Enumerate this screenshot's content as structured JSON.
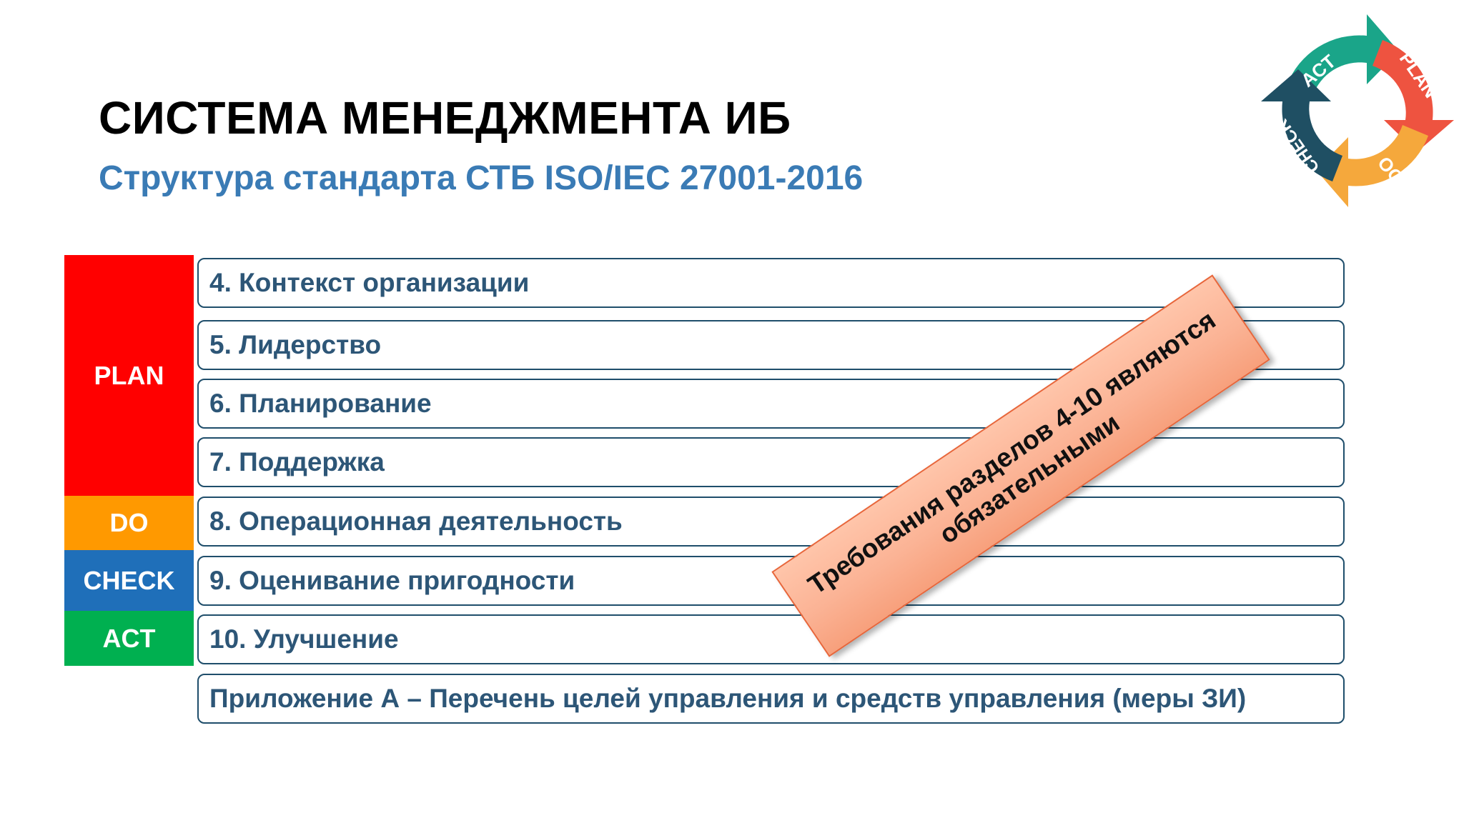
{
  "slide": {
    "title": "СИСТЕМА МЕНЕДЖМЕНТА ИБ",
    "subtitle": "Структура стандарта СТБ ISO/IEC 27001-2016"
  },
  "phases": [
    {
      "label": "PLAN",
      "color": "#ff0000"
    },
    {
      "label": "DO",
      "color": "#ff9900"
    },
    {
      "label": "CHECK",
      "color": "#1f6fb9"
    },
    {
      "label": "ACT",
      "color": "#00b050"
    }
  ],
  "sections": [
    "4. Контекст организации",
    "5. Лидерство",
    "6. Планирование",
    "7. Поддержка",
    "8. Операционная деятельность",
    "9. Оценивание пригодности",
    "10. Улучшение",
    "Приложение А – Перечень целей управления и средств управления (меры ЗИ)"
  ],
  "callout": {
    "line1": "Требования разделов 4-10 являются",
    "line2": "обязательными"
  },
  "pdca_cycle": {
    "labels": [
      "ACT",
      "PLAN",
      "DO",
      "CHECK"
    ],
    "colors": {
      "act": "#1aa589",
      "plan": "#ee5340",
      "do": "#f5a83c",
      "check": "#1f4f63"
    }
  }
}
